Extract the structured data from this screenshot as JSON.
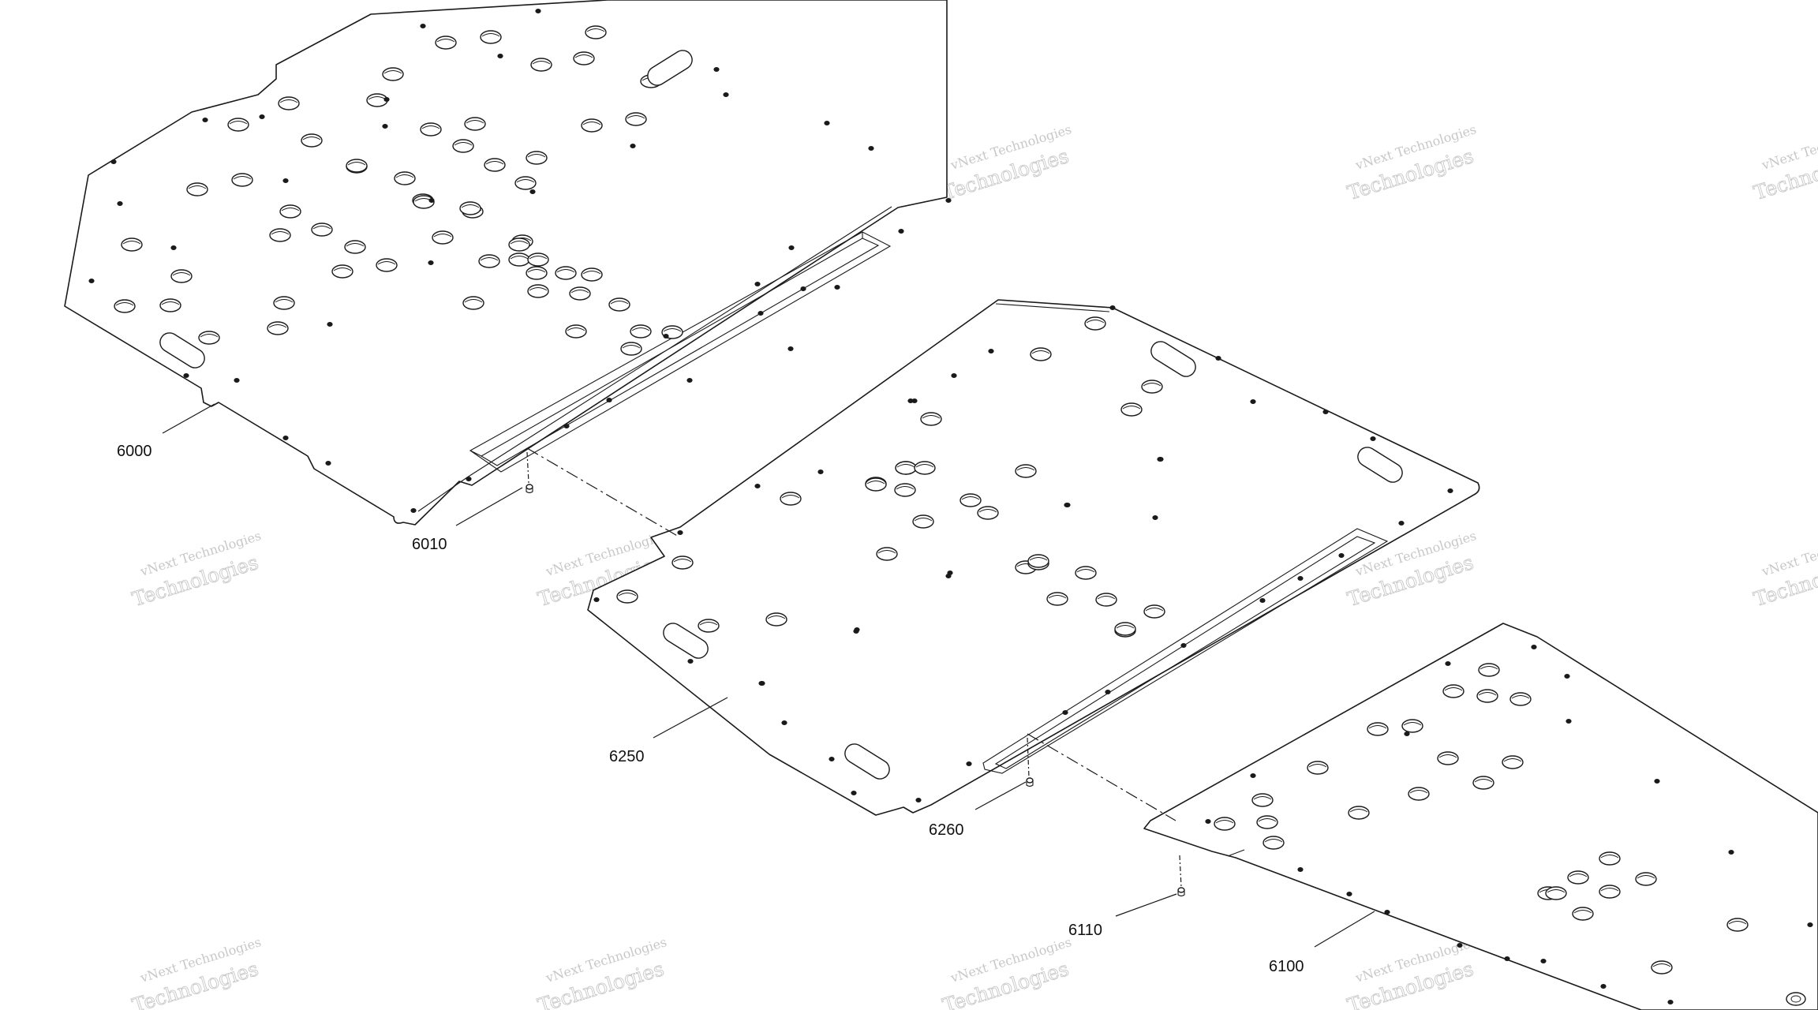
{
  "callouts": {
    "c6000": "6000",
    "c6010": "6010",
    "c6250": "6250",
    "c6260": "6260",
    "c6110": "6110",
    "c6100": "6100"
  },
  "watermark": {
    "line1": "vNext Technologies",
    "line2": "Technologies"
  },
  "colors": {
    "line": "#1a1a1a",
    "watermark": "#9a9a9a",
    "background": "#ffffff"
  }
}
